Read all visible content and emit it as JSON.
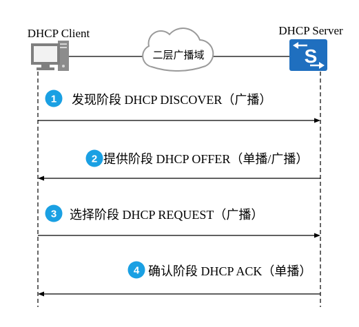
{
  "client": {
    "label": "DHCP Client",
    "icon": "computer-icon"
  },
  "server": {
    "label": "DHCP Server",
    "icon": "switch-icon",
    "icon_letter": "S"
  },
  "network": {
    "label": "二层广播域",
    "icon": "cloud-icon"
  },
  "colors": {
    "step_badge": "#1aa0e3",
    "server_icon": "#1f6fbf",
    "client_icon": "#7f7f7f",
    "cloud_outline": "#9a9a9a",
    "lines": "#000000"
  },
  "steps": [
    {
      "number": "1",
      "text": "发现阶段 DHCP DISCOVER（广播）"
    },
    {
      "number": "2",
      "text": "提供阶段 DHCP OFFER（单播/广播）"
    },
    {
      "number": "3",
      "text": "选择阶段 DHCP REQUEST（广播）"
    },
    {
      "number": "4",
      "text": "确认阶段 DHCP ACK（单播）"
    }
  ]
}
